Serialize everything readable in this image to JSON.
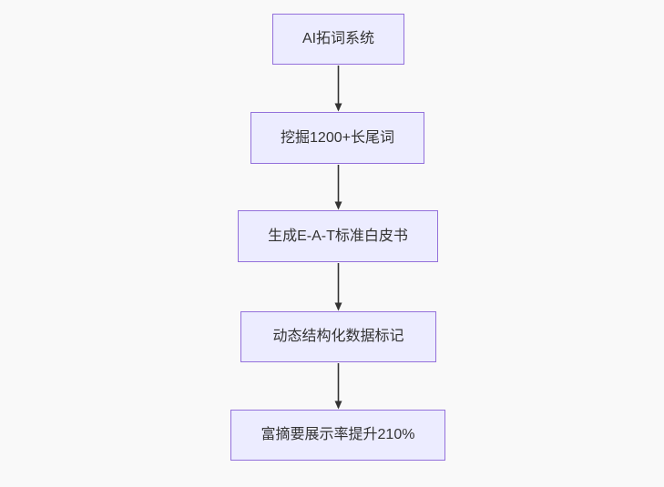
{
  "flowchart": {
    "direction": "top-down",
    "nodes": [
      {
        "id": "n0",
        "label": "AI拓词系统"
      },
      {
        "id": "n1",
        "label": "挖掘1200+长尾词"
      },
      {
        "id": "n2",
        "label": "生成E-A-T标准白皮书"
      },
      {
        "id": "n3",
        "label": "动态结构化数据标记"
      },
      {
        "id": "n4",
        "label": "富摘要展示率提升210%"
      }
    ],
    "edges": [
      {
        "from": "n0",
        "to": "n1",
        "style": "arrow-down"
      },
      {
        "from": "n1",
        "to": "n2",
        "style": "arrow-down"
      },
      {
        "from": "n2",
        "to": "n3",
        "style": "arrow-down"
      },
      {
        "from": "n3",
        "to": "n4",
        "style": "arrow-down"
      }
    ],
    "colors": {
      "node_fill": "#ececff",
      "node_border": "#9370db",
      "node_text": "#333333",
      "edge": "#333333",
      "background": "#f9f9f9"
    }
  }
}
